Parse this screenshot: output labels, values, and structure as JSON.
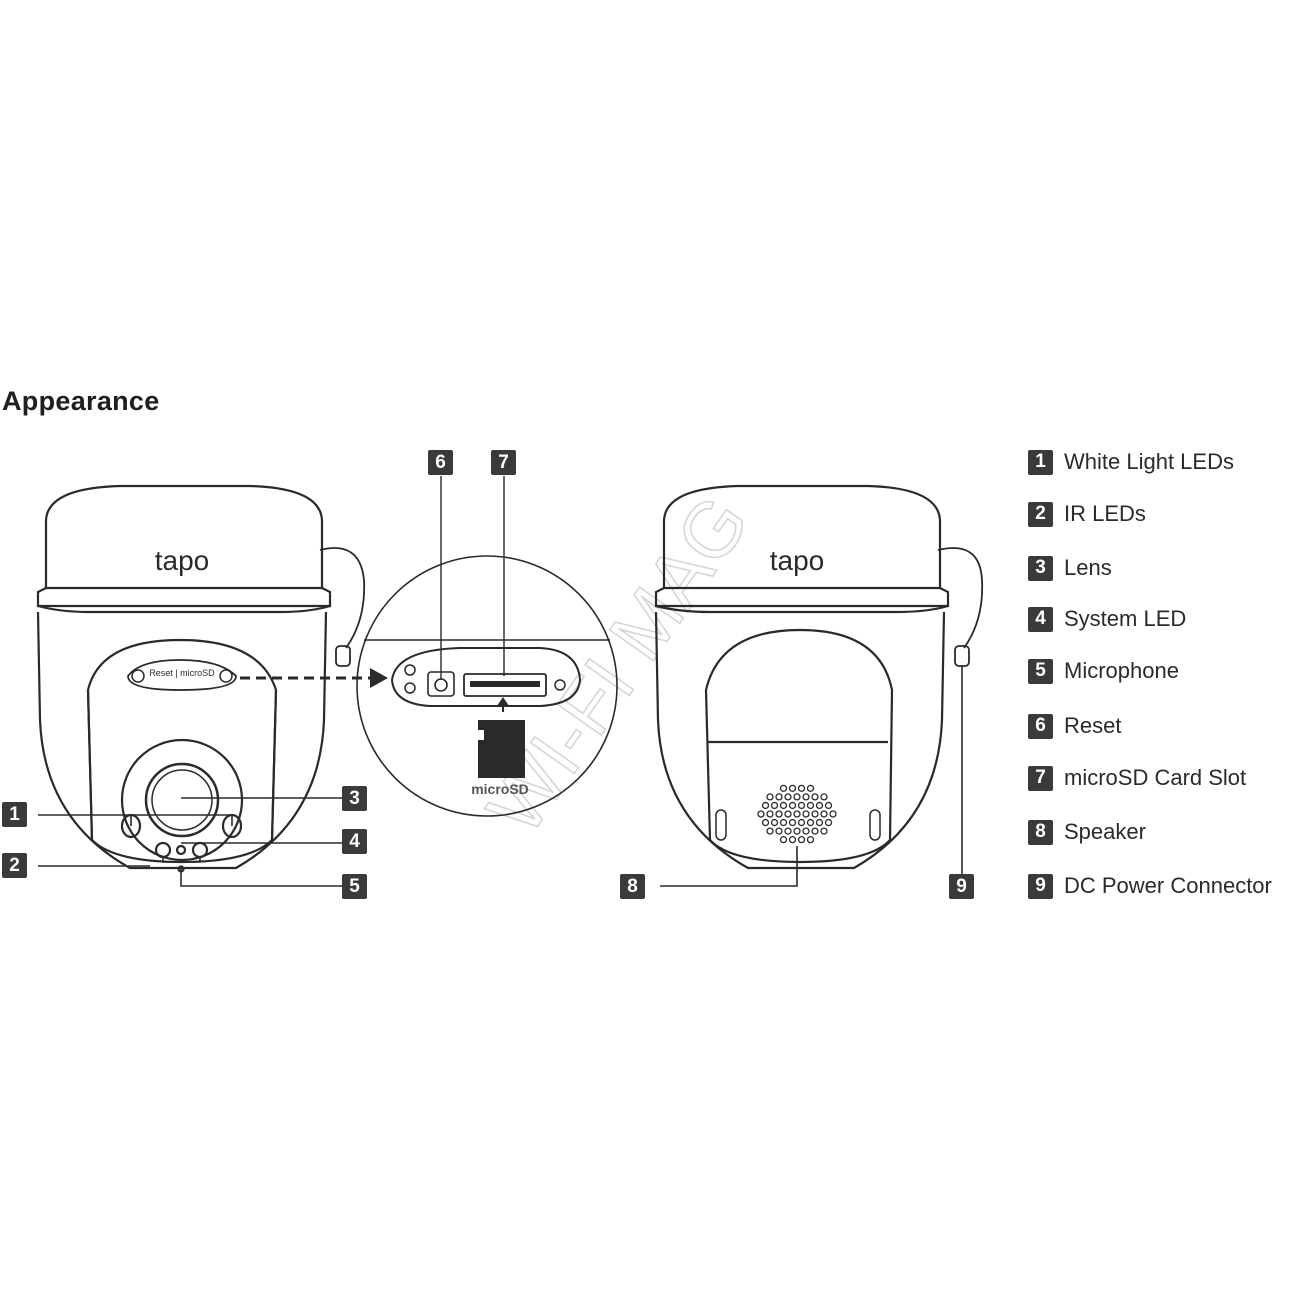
{
  "title": "Appearance",
  "brand_logo": "tapo",
  "panel_labels": {
    "button_strip": "Reset | microSD",
    "card_label": "microSD"
  },
  "watermark": "WI-FI MAG",
  "callout_numbers": [
    "1",
    "2",
    "3",
    "4",
    "5",
    "6",
    "7",
    "8",
    "9"
  ],
  "legend": [
    {
      "num": "1",
      "label": "White Light LEDs"
    },
    {
      "num": "2",
      "label": "IR LEDs"
    },
    {
      "num": "3",
      "label": "Lens"
    },
    {
      "num": "4",
      "label": "System LED"
    },
    {
      "num": "5",
      "label": "Microphone"
    },
    {
      "num": "6",
      "label": "Reset"
    },
    {
      "num": "7",
      "label": "microSD Card Slot"
    },
    {
      "num": "8",
      "label": "Speaker"
    },
    {
      "num": "9",
      "label": "DC Power Connector"
    }
  ],
  "colors": {
    "badge": "#3a3a3a",
    "line": "#2a2a2a",
    "watermark": "#d9d9d9"
  }
}
